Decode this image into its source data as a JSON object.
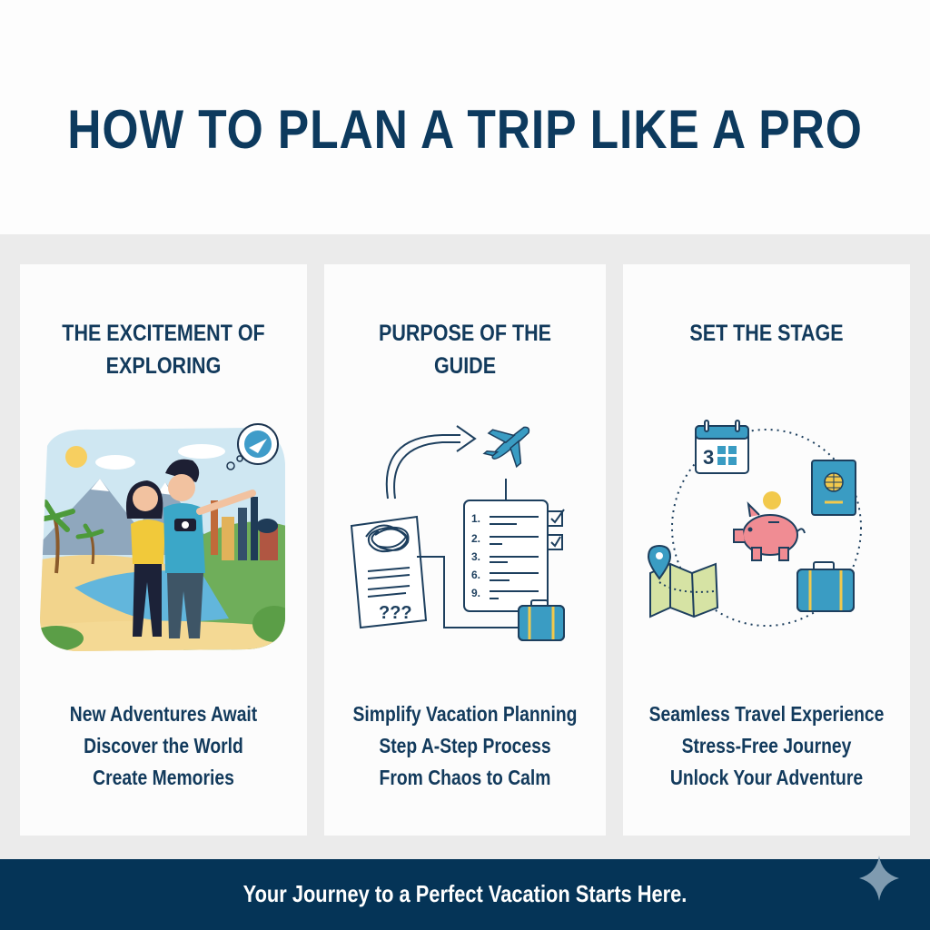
{
  "header": {
    "title": "HOW TO PLAN A TRIP LIKE A PRO"
  },
  "cards": [
    {
      "title": "THE EXCITEMENT OF EXPLORING",
      "illustration": "travel-couple-illustration",
      "lines": [
        "New Adventures Await",
        "Discover the World",
        "Create Memories"
      ]
    },
    {
      "title": "PURPOSE OF THE GUIDE",
      "illustration": "chaos-to-checklist-illustration",
      "checklist_numbers": [
        "1.",
        "2.",
        "3.",
        "6.",
        "9."
      ],
      "messy_note_text": "???",
      "lines": [
        "Simplify Vacation Planning",
        "Step A-Step Process",
        "From Chaos to Calm"
      ]
    },
    {
      "title": "SET THE STAGE",
      "illustration": "travel-essentials-cycle-illustration",
      "calendar_number": "3",
      "lines": [
        "Seamless Travel Experience",
        "Stress-Free Journey",
        "Unlock Your Adventure"
      ]
    }
  ],
  "footer": {
    "text": "Your Journey to a Perfect Vacation Starts Here.",
    "icon": "sparkle-icon"
  },
  "colors": {
    "navy": "#0d3a5e",
    "footer_bg": "#053457",
    "band_bg": "#ebebeb",
    "card_bg": "#fcfcfc",
    "accent_blue": "#3a9cc3",
    "accent_yellow": "#f2c94c",
    "pig_pink": "#f08c93",
    "sparkle": "#7f9bb0"
  }
}
